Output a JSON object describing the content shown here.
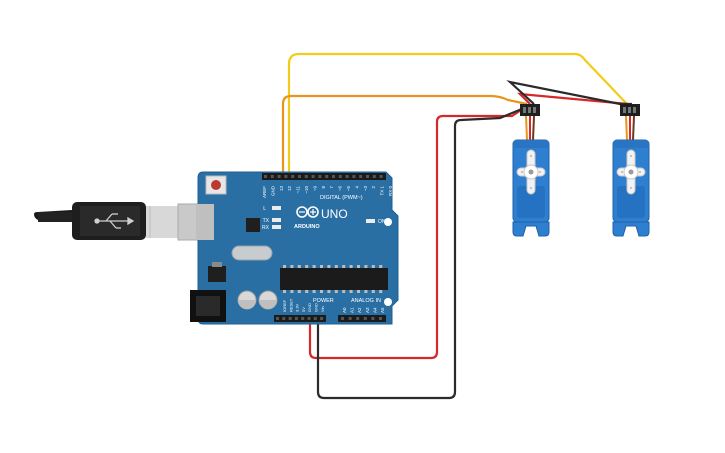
{
  "board": {
    "brand": "UNO",
    "brand_sub": "ARDUINO",
    "digital_label": "DIGITAL (PWM~)",
    "power_label": "POWER",
    "analog_label": "ANALOG IN",
    "led_l": "L",
    "led_tx": "TX",
    "led_rx": "RX",
    "on_label": "ON",
    "aref": "AREF",
    "gnd": "GND",
    "digital_pins": [
      "13",
      "12",
      "~11",
      "~10",
      "~9",
      "8",
      "7",
      "~6",
      "~5",
      "4",
      "~3",
      "2",
      "TX 1",
      "RX 0"
    ],
    "power_pins": [
      "IOREF",
      "RESET",
      "3.3V",
      "5V",
      "GND",
      "GND",
      "Vin"
    ],
    "analog_pins": [
      "A0",
      "A1",
      "A2",
      "A3",
      "A4",
      "A5"
    ]
  },
  "colors": {
    "board": "#2a6fa4",
    "servo": "#2f7fd0",
    "wire_yellow": "#f2cc1a",
    "wire_orange": "#e8951e",
    "wire_red": "#d62828",
    "wire_black": "#2b2b2b"
  },
  "components": {
    "usb_cable": "usb-cable",
    "servo_1": "servo-motor",
    "servo_2": "servo-motor"
  }
}
